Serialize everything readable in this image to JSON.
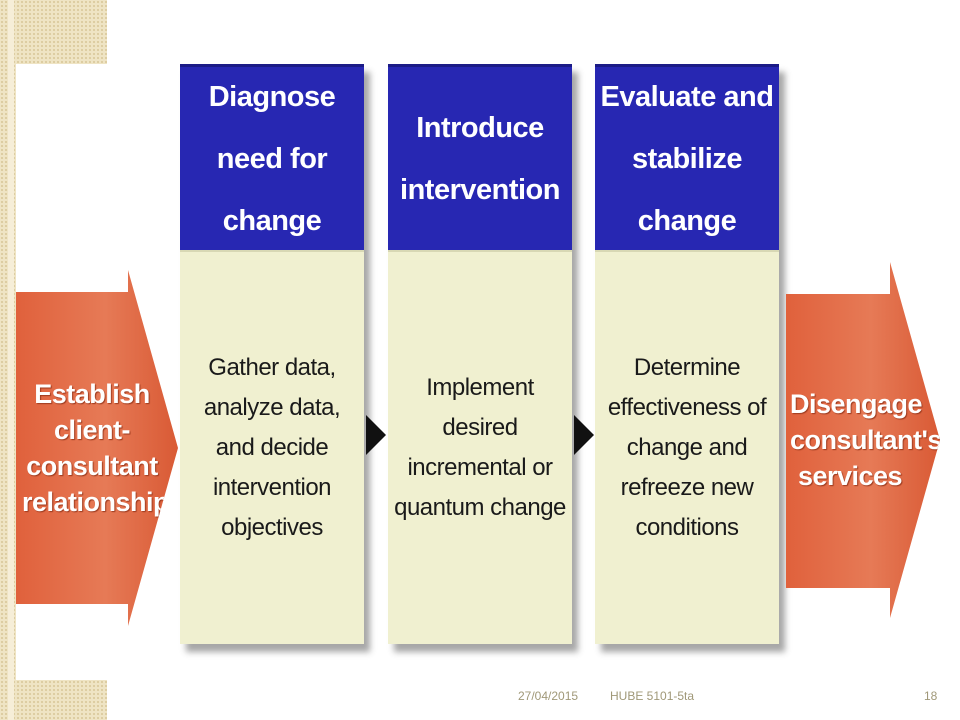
{
  "diagram": {
    "start": "Establish client-consultant relationship",
    "stages": [
      {
        "title": "Diagnose need for change",
        "description": "Gather data, analyze data, and decide intervention objectives"
      },
      {
        "title": "Introduce intervention",
        "description": "Implement desired incremental or quantum change"
      },
      {
        "title": "Evaluate and stabilize change",
        "description": "Determine effectiveness of change and refreeze new conditions"
      }
    ],
    "end": "Disengage consultant's services"
  },
  "colors": {
    "stage_header": "#2727b2",
    "stage_body": "#f0f0d0",
    "arrow": "#e0613c"
  },
  "footer": {
    "date": "27/04/2015",
    "course": "HUBE 5101-5ta",
    "page": "18"
  }
}
